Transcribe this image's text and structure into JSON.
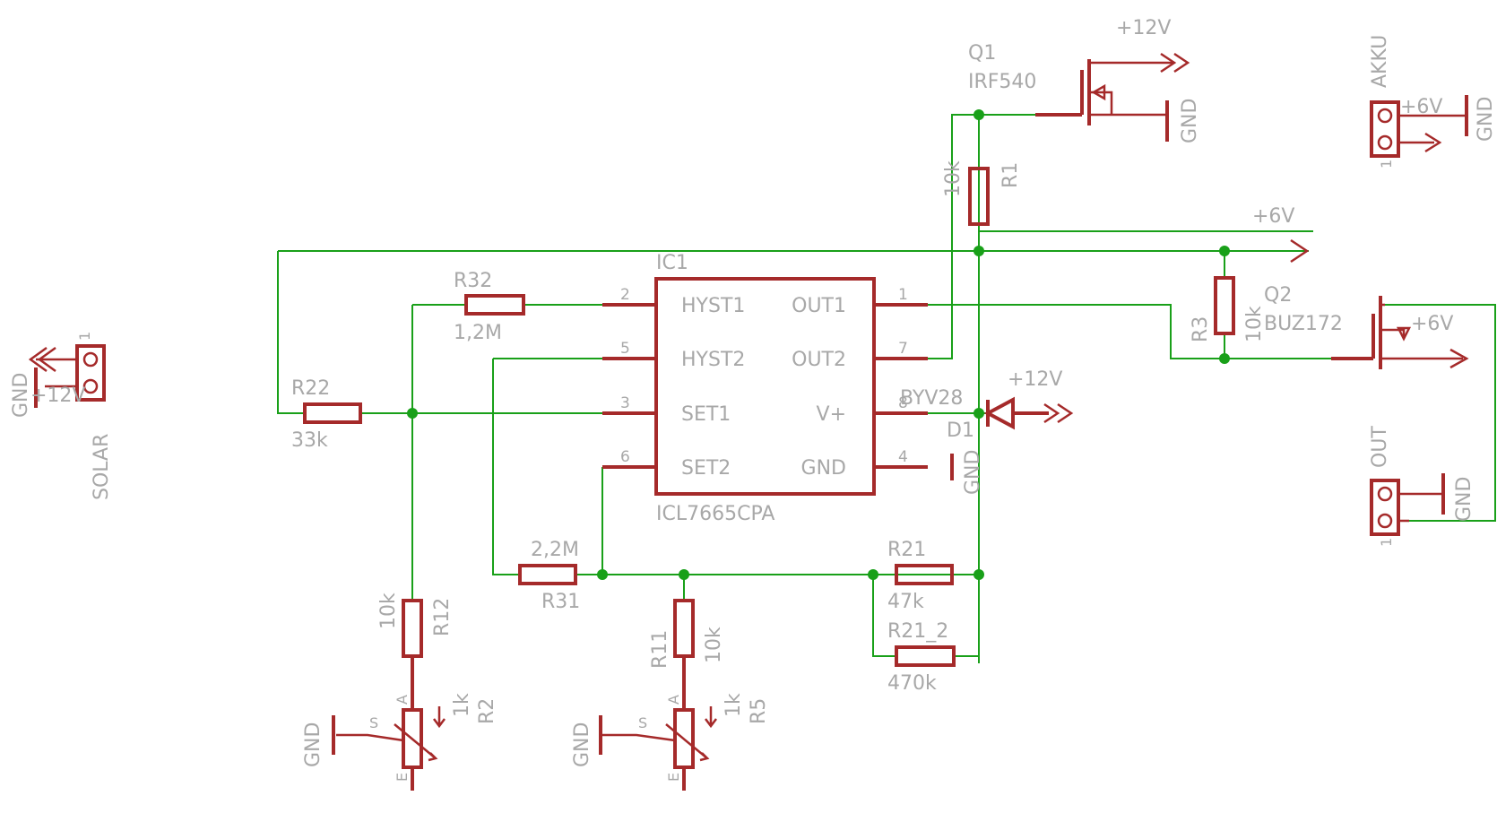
{
  "colors": {
    "wire": "#19a019",
    "part": "#a52a2a",
    "text": "#a8a8a8",
    "junction": "#19a019",
    "background": "#ffffff"
  },
  "ic1": {
    "name": "IC1",
    "value": "ICL7665CPA",
    "pins_left": [
      {
        "num": "2",
        "label": "HYST1"
      },
      {
        "num": "5",
        "label": "HYST2"
      },
      {
        "num": "3",
        "label": "SET1"
      },
      {
        "num": "6",
        "label": "SET2"
      }
    ],
    "pins_right": [
      {
        "num": "1",
        "label": "OUT1"
      },
      {
        "num": "7",
        "label": "OUT2"
      },
      {
        "num": "8",
        "label": "V+"
      },
      {
        "num": "4",
        "label": "GND"
      }
    ]
  },
  "q1": {
    "name": "Q1",
    "value": "IRF540",
    "supply": "+12V",
    "gnd": "GND"
  },
  "q2": {
    "name": "Q2",
    "value": "BUZ172",
    "supply": "+6V"
  },
  "r1": {
    "name": "R1",
    "value": "10k"
  },
  "r3": {
    "name": "R3",
    "value": "10k"
  },
  "r32": {
    "name": "R32",
    "value": "1,2M"
  },
  "r22": {
    "name": "R22",
    "value": "33k"
  },
  "r31": {
    "name": "R31",
    "value": "2,2M"
  },
  "r21": {
    "name": "R21",
    "value": "47k"
  },
  "r21_2": {
    "name": "R21_2",
    "value": "470k"
  },
  "r12": {
    "name": "R12",
    "value": "10k"
  },
  "r11": {
    "name": "R11",
    "value": "10k"
  },
  "r2": {
    "name": "R2",
    "value": "1k",
    "pin_a": "A",
    "pin_s": "S",
    "pin_e": "E",
    "gnd": "GND"
  },
  "r5": {
    "name": "R5",
    "value": "1k",
    "pin_a": "A",
    "pin_s": "S",
    "pin_e": "E",
    "gnd": "GND"
  },
  "d1": {
    "name": "D1",
    "value": "BYV28",
    "supply": "+12V"
  },
  "rail_6v": "+6V",
  "ic_gnd": "GND",
  "akku": {
    "name": "AKKU",
    "pin1": "1",
    "supply": "+6V",
    "gnd": "GND"
  },
  "out": {
    "name": "OUT",
    "pin1": "1",
    "gnd": "GND"
  },
  "solar": {
    "name": "SOLAR",
    "pin1": "1",
    "supply": "+12V",
    "gnd": "GND"
  }
}
